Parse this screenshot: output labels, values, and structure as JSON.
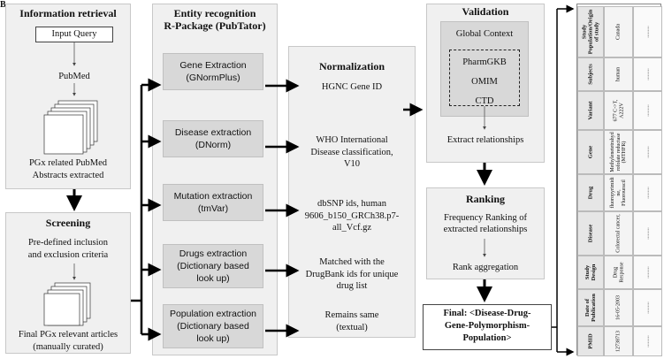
{
  "info_retrieval": {
    "title": "Information retrieval",
    "input_query": "Input Query",
    "pubmed": "PubMed",
    "caption_1": "PGx related PubMed",
    "caption_2": "Abstracts extracted"
  },
  "screening": {
    "title": "Screening",
    "criteria_1": "Pre-defined inclusion",
    "criteria_2": "and exclusion criteria",
    "caption_1": "Final PGx relevant articles",
    "caption_2": "(manually curated)"
  },
  "entity": {
    "title_1": "Entity recognition",
    "title_2": "R-Package (PubTator)",
    "boxes": [
      {
        "line1": "Gene Extraction",
        "line2": "(GNormPlus)"
      },
      {
        "line1": "Disease extraction",
        "line2": "(DNorm)"
      },
      {
        "line1": "Mutation extraction",
        "line2": "(tmVar)"
      },
      {
        "line1": "Drugs extraction",
        "line2": "(Dictionary based",
        "line3": "look up)"
      },
      {
        "line1": "Population extraction",
        "line2": "(Dictionary based",
        "line3": "look up)"
      }
    ]
  },
  "normalization": {
    "title": "Normalization",
    "items": [
      {
        "line1": "HGNC Gene ID"
      },
      {
        "line1": "WHO International",
        "line2": "Disease classification,",
        "line3": "V10"
      },
      {
        "line1": "dbSNP ids, human",
        "line2": "9606_b150_GRCh38.p7-",
        "line3": "all_Vcf.gz"
      },
      {
        "line1": "Matched with the",
        "line2": "DrugBank ids for unique",
        "line3": "drug list"
      },
      {
        "line1": "Remains same",
        "line2": "(textual)"
      }
    ]
  },
  "validation": {
    "title": "Validation",
    "global_context": "Global Context",
    "db1": "PharmGKB",
    "db2": "OMIM",
    "db3": "CTD",
    "extract": "Extract relationships"
  },
  "ranking": {
    "title": "Ranking",
    "line1": "Frequency Ranking of",
    "line2": "extracted relationships",
    "agg": "Rank aggregation"
  },
  "final": {
    "line1": "Final: <Disease-Drug-",
    "line2": "Gene-Polymorphism-",
    "line3": "Population>"
  },
  "table": {
    "headers": [
      "PMID",
      "Date of Publication",
      "Study Design",
      "Disease",
      "Drug",
      "Gene",
      "Variant",
      "Subjects",
      "Study Population/Origin of study"
    ],
    "row1": [
      "12738713",
      "16-05-2003",
      "Drug Response",
      "Colorectal cancer,",
      "fluoropyrimidine, Fluorouracil",
      "Methylenetetrahydrofolate reductase (MTHFR)",
      "677 C->T, A222V",
      "human",
      "Canada"
    ],
    "row2": [
      ".........",
      ".........",
      ".........",
      ".........",
      ".........",
      ".........",
      ".........",
      ".........",
      "........."
    ]
  },
  "corner_label": "B"
}
